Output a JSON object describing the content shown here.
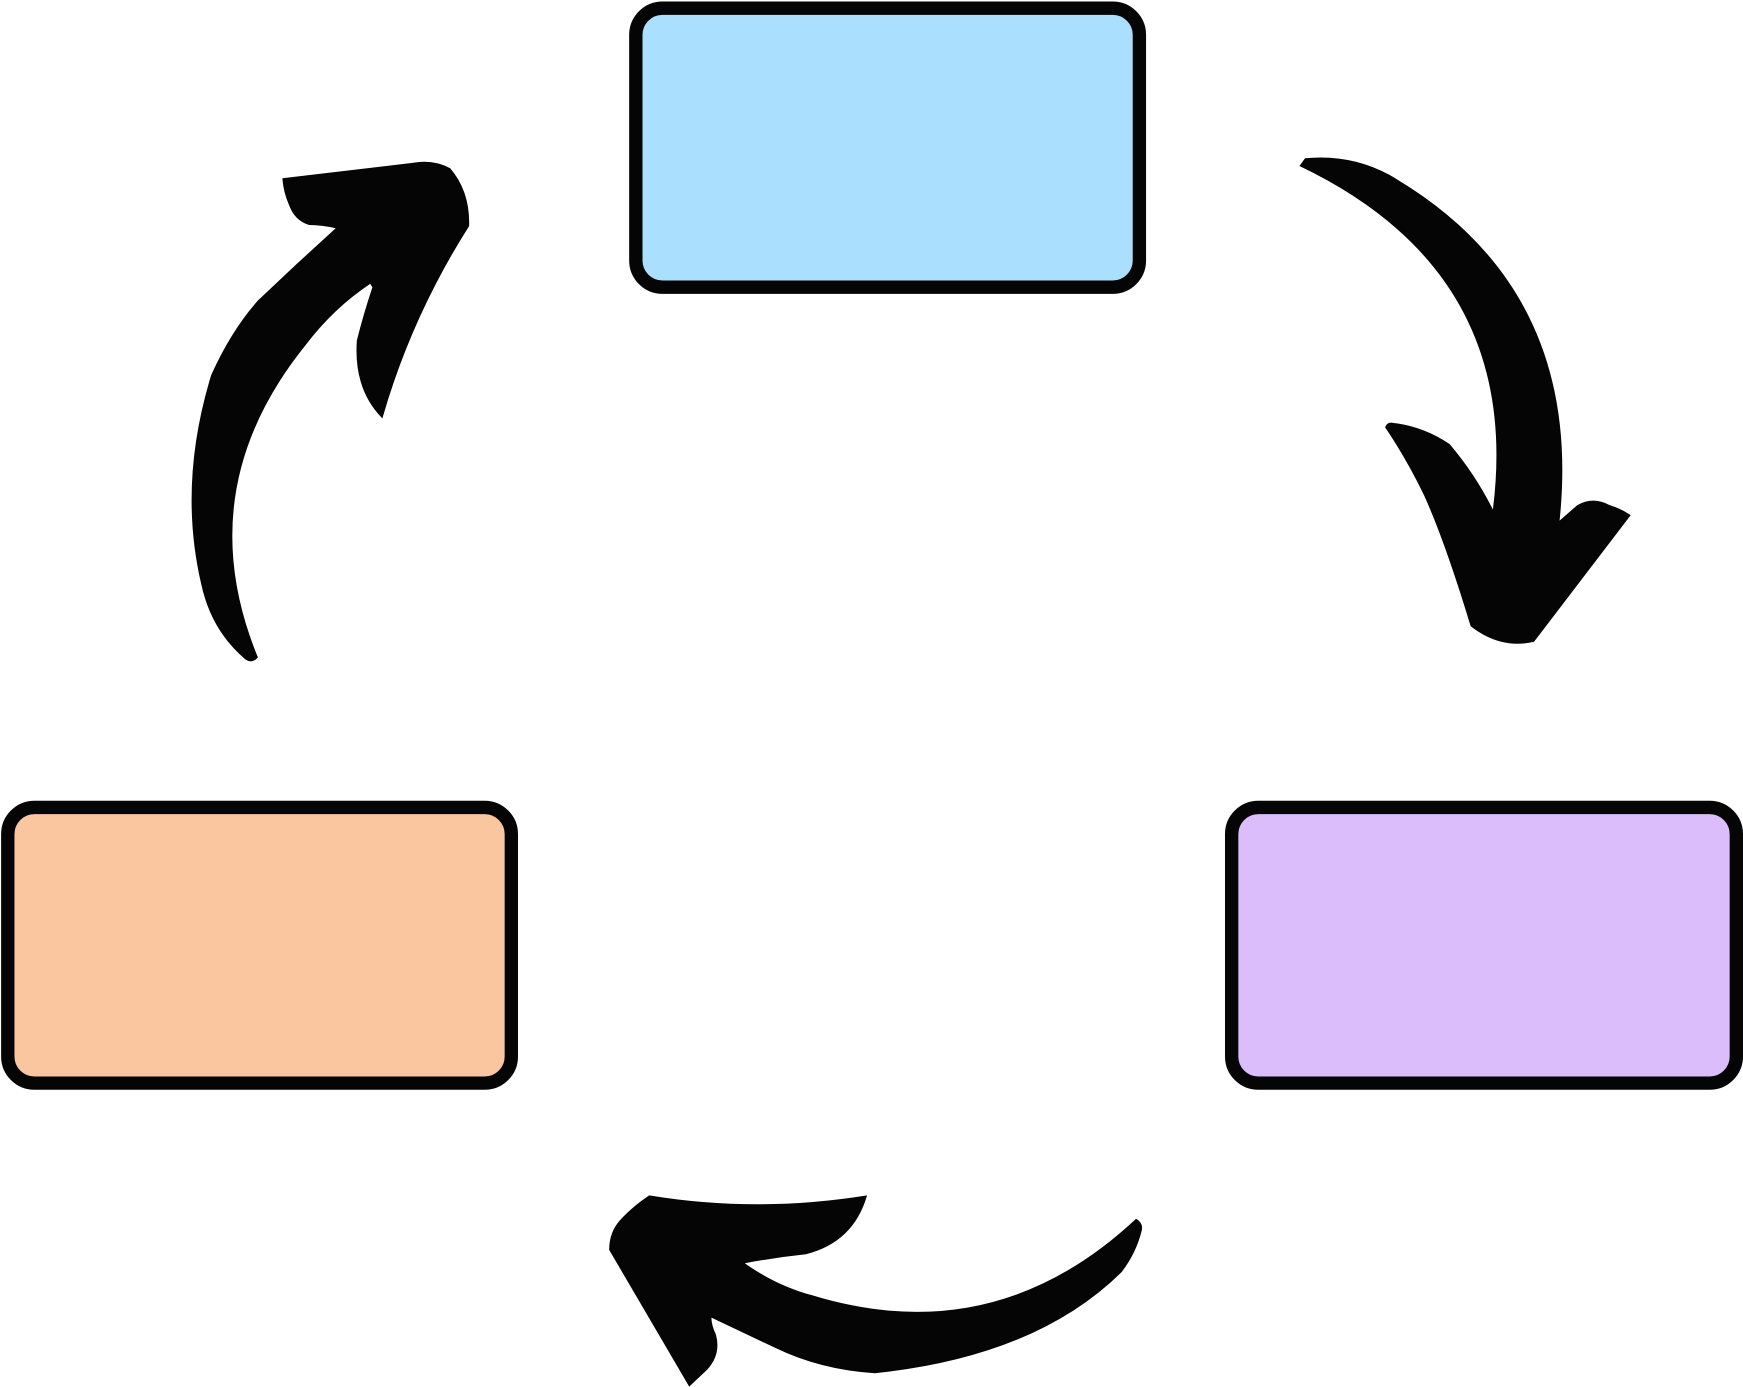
{
  "diagram": {
    "type": "cycle",
    "nodes": [
      {
        "id": "top",
        "fill": "#aae0fe"
      },
      {
        "id": "right",
        "fill": "#dcbdfc"
      },
      {
        "id": "left",
        "fill": "#f9c6a0"
      }
    ],
    "edges": [
      {
        "from": "top",
        "to": "right"
      },
      {
        "from": "right",
        "to": "left"
      },
      {
        "from": "left",
        "to": "top"
      }
    ],
    "colors": {
      "border": "#050505",
      "arrow": "#050505",
      "background": "#ffffff"
    }
  }
}
